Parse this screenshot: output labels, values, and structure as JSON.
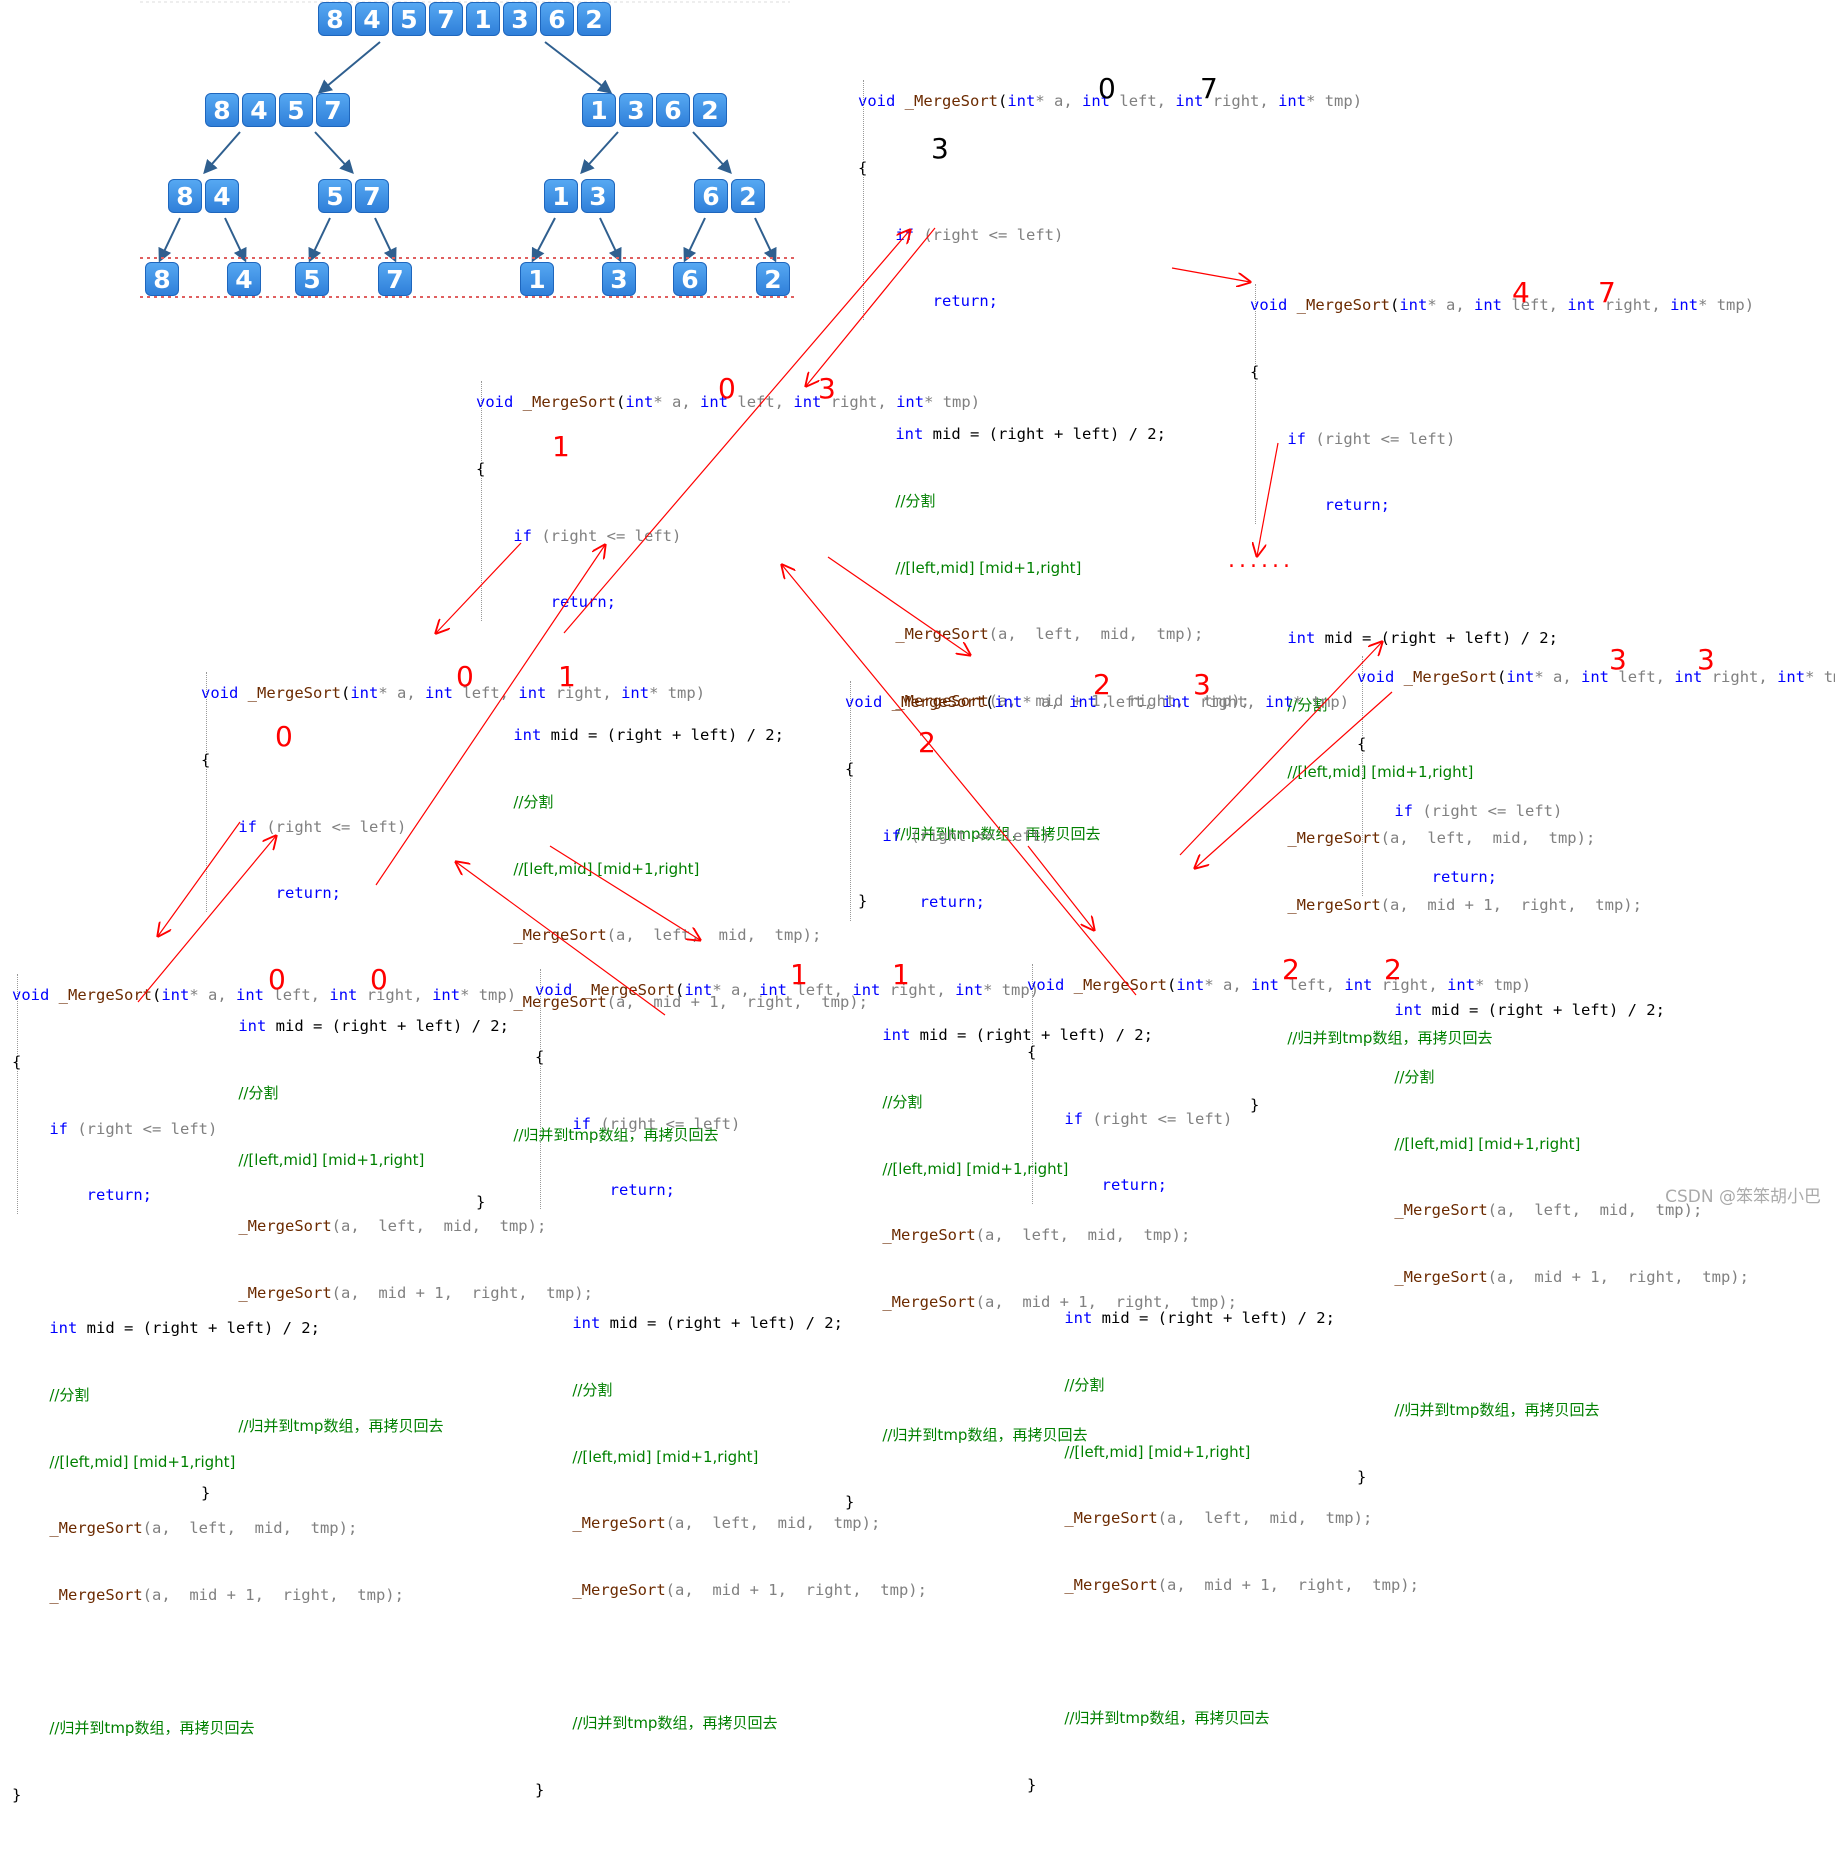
{
  "tree": {
    "level0": [
      [
        "8",
        "4",
        "5",
        "7",
        "1",
        "3",
        "6",
        "2"
      ]
    ],
    "level1": [
      [
        "8",
        "4",
        "5",
        "7"
      ],
      [
        "1",
        "3",
        "6",
        "2"
      ]
    ],
    "level2": [
      [
        "8",
        "4"
      ],
      [
        "5",
        "7"
      ],
      [
        "1",
        "3"
      ],
      [
        "6",
        "2"
      ]
    ],
    "level3": [
      [
        "8"
      ],
      [
        "4"
      ],
      [
        "5"
      ],
      [
        "7"
      ],
      [
        "1"
      ],
      [
        "3"
      ],
      [
        "6"
      ],
      [
        "2"
      ]
    ]
  },
  "code": {
    "signature": {
      "void": "void",
      "name": "_MergeSort",
      "open": "(",
      "int1": "int",
      "ptr_a": "* a,",
      "int2": "int",
      "left": "left,",
      "int3": "int",
      "right": "right,",
      "int4": "int",
      "ptr_tmp": "* tmp)"
    },
    "brace_open": "{",
    "if_kw": "if",
    "if_cond": "(right <= left)",
    "return_kw": "return;",
    "mid_kw": "int",
    "mid_rest": "mid = (right + left) / 2;",
    "comment_split": "//分割",
    "comment_range": "//[left,mid] [mid+1,right]",
    "call1_name": "_MergeSort",
    "call1_args": "(a,  left,  mid,  tmp);",
    "call2_name": "_MergeSort",
    "call2_args": "(a,  mid + 1,  right,  tmp);",
    "comment_merge": "//归并到tmp数组，再拷贝回去",
    "brace_close": "}"
  },
  "annotations": [
    {
      "id": "b1-left",
      "text": "0",
      "color": "black"
    },
    {
      "id": "b1-right",
      "text": "7",
      "color": "black"
    },
    {
      "id": "b1-mid",
      "text": "3",
      "color": "black"
    },
    {
      "id": "b2-left",
      "text": "4",
      "color": "red"
    },
    {
      "id": "b2-right",
      "text": "7",
      "color": "red"
    },
    {
      "id": "b3-left",
      "text": "0",
      "color": "red"
    },
    {
      "id": "b3-right",
      "text": "3",
      "color": "red"
    },
    {
      "id": "b3-mid",
      "text": "1",
      "color": "red"
    },
    {
      "id": "b4-left",
      "text": "0",
      "color": "red"
    },
    {
      "id": "b4-right",
      "text": "1",
      "color": "red"
    },
    {
      "id": "b4-mid",
      "text": "0",
      "color": "red"
    },
    {
      "id": "b5-left",
      "text": "2",
      "color": "red"
    },
    {
      "id": "b5-right",
      "text": "3",
      "color": "red"
    },
    {
      "id": "b5-mid",
      "text": "2",
      "color": "red"
    },
    {
      "id": "b6-left",
      "text": "3",
      "color": "red"
    },
    {
      "id": "b6-right",
      "text": "3",
      "color": "red"
    },
    {
      "id": "b7-left",
      "text": "0",
      "color": "red"
    },
    {
      "id": "b7-right",
      "text": "0",
      "color": "red"
    },
    {
      "id": "b8-left",
      "text": "1",
      "color": "red"
    },
    {
      "id": "b8-right",
      "text": "1",
      "color": "red"
    },
    {
      "id": "b9-left",
      "text": "2",
      "color": "red"
    },
    {
      "id": "b9-right",
      "text": "2",
      "color": "red"
    }
  ],
  "ellipsis": "......",
  "watermark": "CSDN @笨笨胡小巴",
  "colors": {
    "keyword": "#0000ff",
    "function": "#6b2a00",
    "param": "#808080",
    "comment": "#008000",
    "annotation": "#ff0000",
    "cell": "#3a8ee6",
    "dashed_line": "#e06060"
  }
}
